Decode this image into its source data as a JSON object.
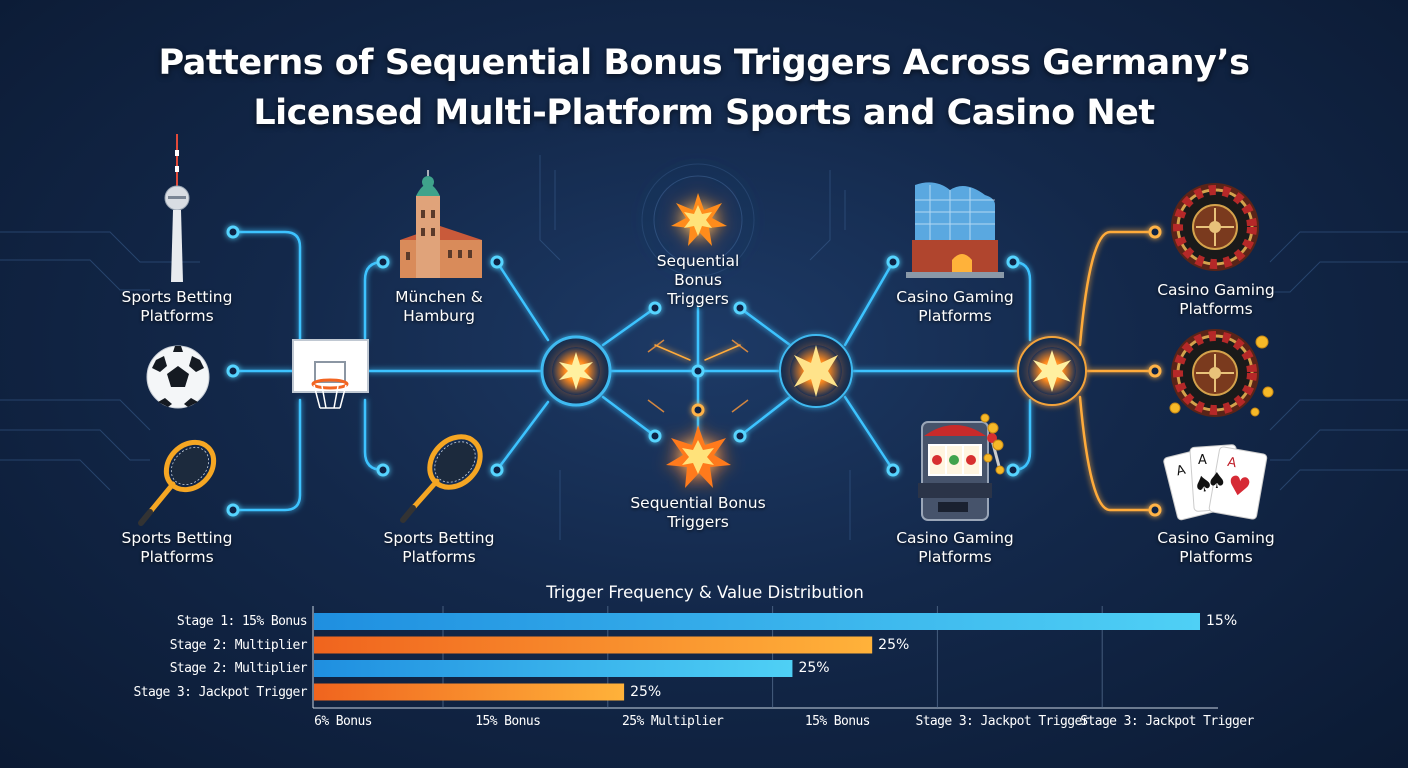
{
  "title": {
    "line1": "Patterns of Sequential Bonus Triggers Across Germany’s",
    "line2": "Licensed Multi-Platform Sports and Casino Net"
  },
  "nodes": {
    "sports_top": "Sports Betting\nPlatforms",
    "munich_hamburg": "München &\nHamburg",
    "sequential_top": "Sequential\nBonus\nTriggers",
    "casino_top": "Casino Gaming\nPlatforms",
    "casino_right_top": "Casino Gaming\nPlatforms",
    "sports_bottom_left": "Sports Betting\nPlatforms",
    "sports_bottom_mid": "Sports Betting\nPlatforms",
    "sequential_bottom": "Sequential Bonus\nTriggers",
    "casino_bottom": "Casino Gaming\nPlatforms",
    "casino_right_bottom": "Casino Gaming\nPlatforms"
  },
  "icons": [
    "tv-tower-icon",
    "soccer-ball-icon",
    "tennis-racket-icon",
    "basketball-hoop-icon",
    "church-icon",
    "elbphilharmonie-icon",
    "slot-machine-icon",
    "roulette-icon",
    "playing-cards-icon",
    "starburst-icon"
  ],
  "colors": {
    "blue_bar": "#29a9ec",
    "orange_bar": "#f79a2c",
    "glow": "#3fc6ff",
    "burst": "#ffb347"
  },
  "chart_data": {
    "type": "bar",
    "orientation": "horizontal",
    "title": "Trigger Frequency & Value Distribution",
    "categories": [
      "Stage 1: 15% Bonus",
      "Stage 2: Multiplier",
      "Stage 2: Multiplier",
      "Stage 3: Jackpot Trigger"
    ],
    "value_labels": [
      "15%",
      "25%",
      "25%",
      "25%"
    ],
    "values": [
      100,
      63,
      54,
      35
    ],
    "bar_colors": [
      "blue",
      "orange",
      "blue",
      "orange"
    ],
    "xtick_labels": [
      "6% Bonus",
      "15% Bonus",
      "25% Multiplier",
      "15% Bonus",
      "Stage 3: Jackpot Trigger",
      "Stage 3: Jackpot Trigger"
    ],
    "grid": true
  }
}
